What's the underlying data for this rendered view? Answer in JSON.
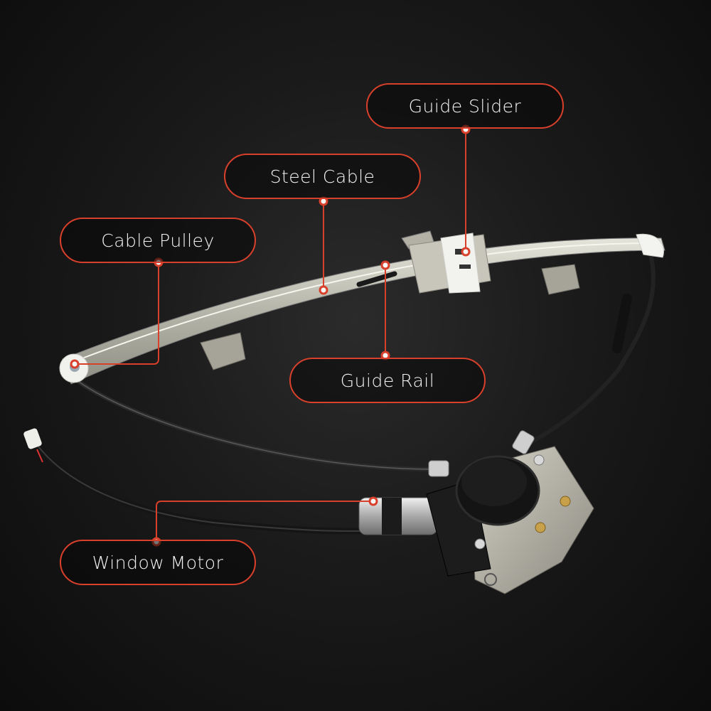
{
  "image": {
    "subject": "Power window regulator with motor",
    "background_color": "#141414",
    "accent_color": "#d9402b",
    "label_text_color": "#f4f4f4"
  },
  "callouts": [
    {
      "id": "guide-slider",
      "label": "Guide Slider"
    },
    {
      "id": "steel-cable",
      "label": "Steel Cable"
    },
    {
      "id": "cable-pulley",
      "label": "Cable Pulley"
    },
    {
      "id": "guide-rail",
      "label": "Guide Rail"
    },
    {
      "id": "window-motor",
      "label": "Window Motor"
    }
  ]
}
